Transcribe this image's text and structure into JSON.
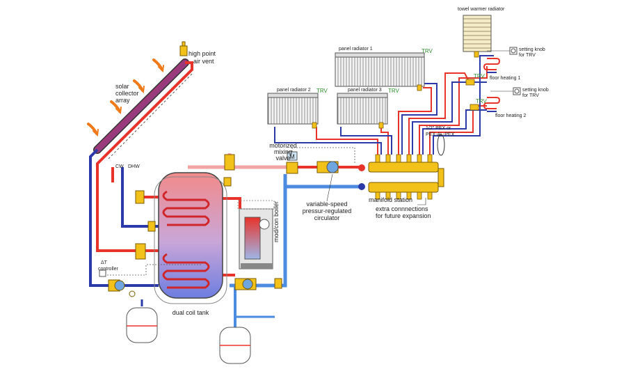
{
  "labels": {
    "solar_collector": [
      "solar",
      "collector",
      "array"
    ],
    "air_vent": [
      "high point",
      "air vent"
    ],
    "cw": "CW",
    "dhw": "DHW",
    "dt_controller": [
      "ΔT",
      "controller"
    ],
    "tank": "dual coil tank",
    "boiler": "mod/con boiler",
    "mixing_valve": [
      "motorized",
      "mixing",
      "valve"
    ],
    "mixing_valve_symbol": "M",
    "circulator": [
      "variable-speed",
      "pressur-regulated",
      "circulator"
    ],
    "manifold": "manifold station",
    "expansion": [
      "extra connnections",
      "for future expansion"
    ],
    "pex": [
      "1/2\" PEX or",
      "PEX-AL-PEX"
    ],
    "radiator_1": "panel radiator 1",
    "radiator_2": "panel radiator 2",
    "radiator_3": "panel radiator 3",
    "towel": "towel warmer radiator",
    "knob_1": [
      "setting knob",
      "for TRV"
    ],
    "knob_2": [
      "setting knob",
      "for TRV"
    ],
    "floor_1": "floor heating 1",
    "floor_2": "floor heating 2",
    "trv": "TRV"
  },
  "colors": {
    "hot_pipe": "#e8332a",
    "cold_pipe": "#2b3aa8",
    "warm_pipe": "#f2a3a3",
    "return_pipe": "#4b8be0",
    "brass": "#f2c21b",
    "sun_arrow": "#f07a1a"
  }
}
